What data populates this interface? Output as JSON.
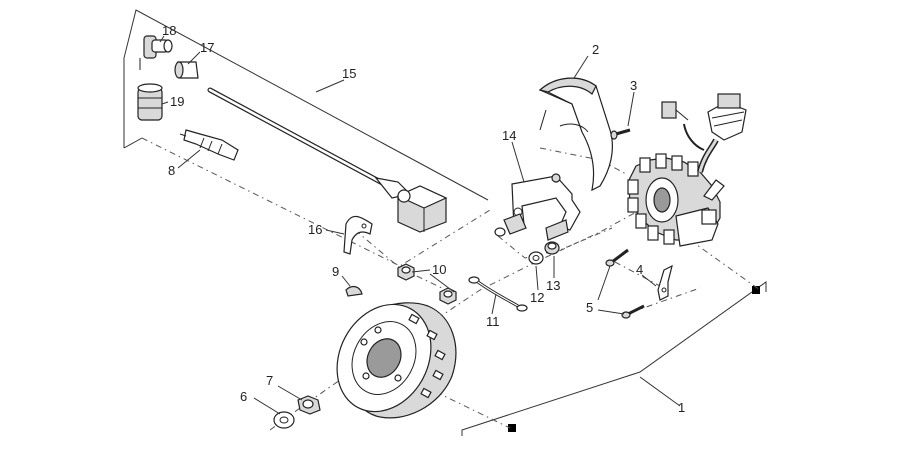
{
  "parts": [
    {
      "id": "p1",
      "number": "1"
    },
    {
      "id": "p2",
      "number": "2"
    },
    {
      "id": "p3",
      "number": "3"
    },
    {
      "id": "p4",
      "number": "4"
    },
    {
      "id": "p5",
      "number": "5"
    },
    {
      "id": "p6",
      "number": "6"
    },
    {
      "id": "p7",
      "number": "7"
    },
    {
      "id": "p8",
      "number": "8"
    },
    {
      "id": "p9",
      "number": "9"
    },
    {
      "id": "p10",
      "number": "10"
    },
    {
      "id": "p11",
      "number": "11"
    },
    {
      "id": "p12",
      "number": "12"
    },
    {
      "id": "p13",
      "number": "13"
    },
    {
      "id": "p14",
      "number": "14"
    },
    {
      "id": "p15",
      "number": "15"
    },
    {
      "id": "p16",
      "number": "16"
    },
    {
      "id": "p17",
      "number": "17"
    },
    {
      "id": "p18",
      "number": "18"
    },
    {
      "id": "p19",
      "number": "19"
    }
  ]
}
